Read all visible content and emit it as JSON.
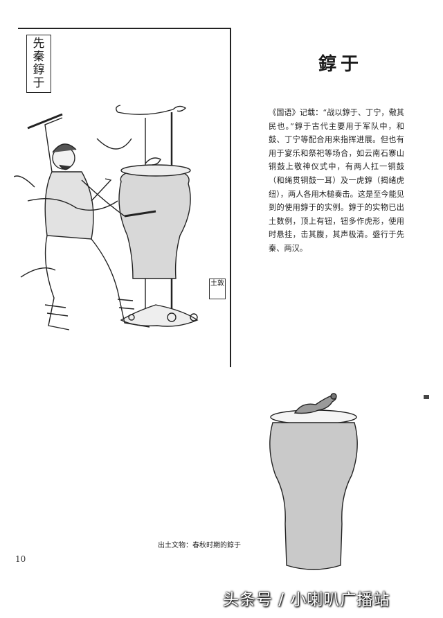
{
  "illustration": {
    "vertical_title": [
      "先",
      "秦",
      "錞",
      "于"
    ],
    "seal_text": "土敦"
  },
  "article": {
    "heading": "錞于",
    "body": "《国语》记载：“战以錞于、丁宁，儆其民也。”錞于古代主要用于军队中，和鼓、丁宁等配合用来指挥进展。但也有用于宴乐和祭祀等场合，如云南石寨山铜鼓上敬神仪式中，有两人扛一铜鼓（和绳贯铜鼓一耳）及一虎錞（揭绪虎纽），两人各用木槌奏击。这是至今能见到的使用錞于的实例。錞于的实物已出土数例，顶上有钮，钮多作虎形，使用时悬挂，击其腹，其声极清。盛行于先秦、两汉。"
  },
  "caption": "出土文物：春秋时期的錞于",
  "page_number": "10",
  "watermark": "头条号 / 小喇叭广播站"
}
